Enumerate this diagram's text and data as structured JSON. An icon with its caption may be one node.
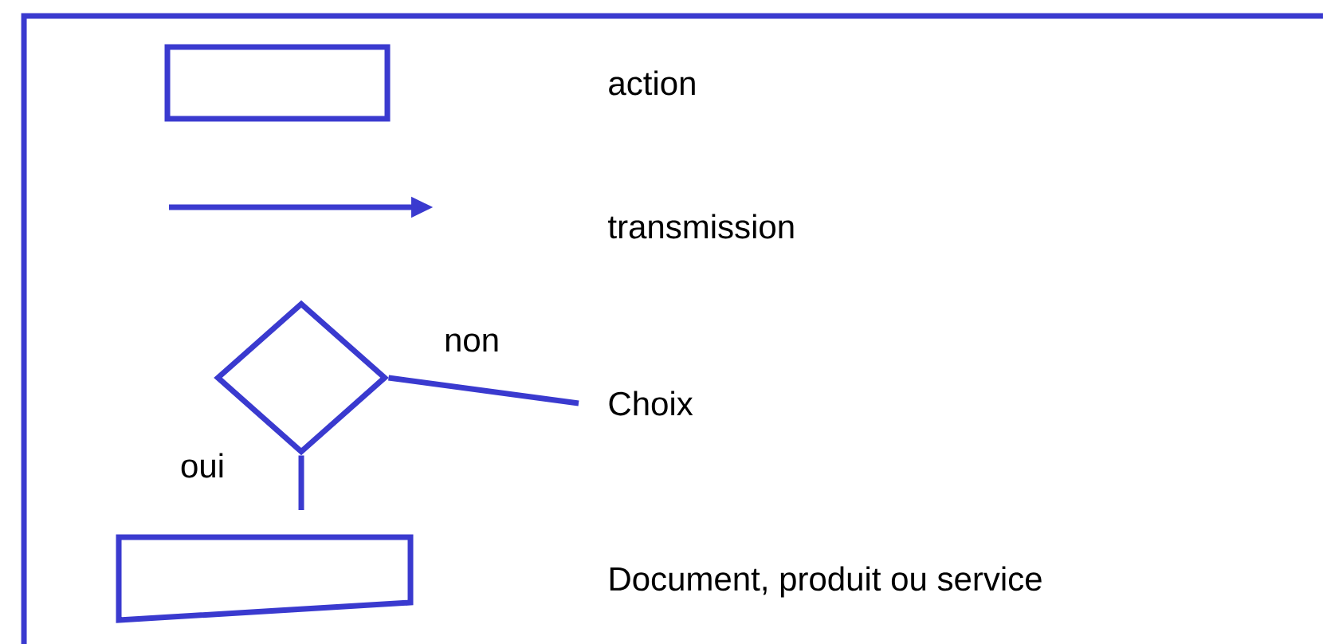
{
  "diagram": {
    "nodes": [
      {
        "text": [],
        "shape": "box"
      },
      {
        "text": [],
        "shape": "diamond"
      },
      {
        "text": [],
        "shape": "document"
      }
    ],
    "edges": [
      {
        "from": 1,
        "to": null,
        "arrow": "none",
        "label": "non"
      },
      {
        "from": 1,
        "to": null,
        "arrow": "none",
        "label": "oui"
      }
    ],
    "legend": [
      {
        "text": "action"
      },
      {
        "text": "transmission"
      },
      {
        "text": "Choix"
      },
      {
        "text": "Document, produit ou service"
      }
    ]
  }
}
